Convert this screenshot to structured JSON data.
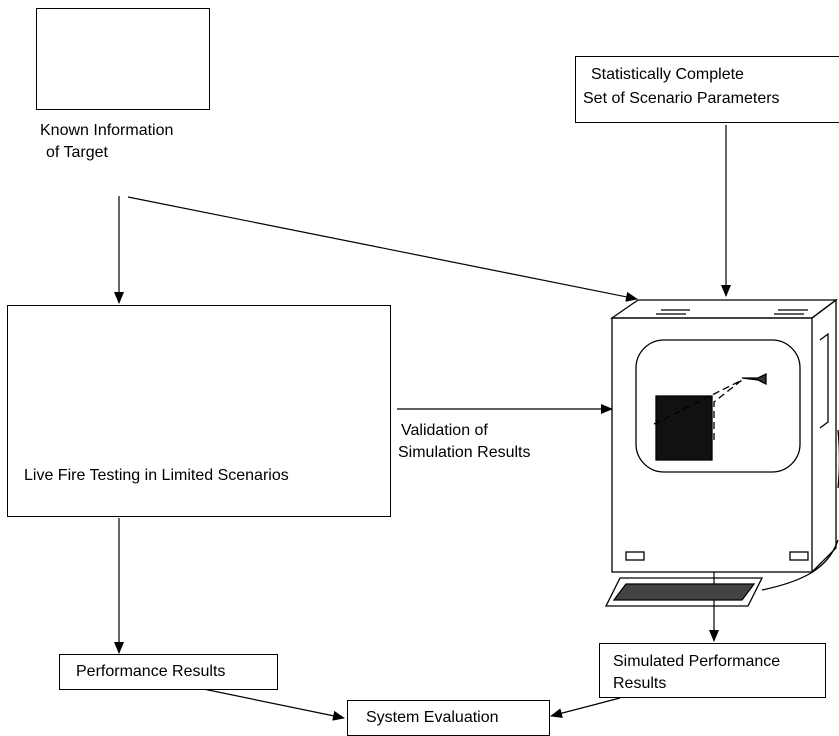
{
  "target": {
    "label_line1": "Known Information",
    "label_line2": "of Target"
  },
  "scenario": {
    "line1": "Statistically Complete",
    "line2": "Set of Scenario Parameters"
  },
  "live_fire": {
    "label": "Live Fire Testing in Limited Scenarios"
  },
  "validation": {
    "line1": "Validation of",
    "line2": "Simulation  Results"
  },
  "performance": {
    "label": "Performance Results"
  },
  "simulated": {
    "line1": "Simulated Performance",
    "line2": "Results"
  },
  "evaluation": {
    "label": "System Evaluation"
  }
}
